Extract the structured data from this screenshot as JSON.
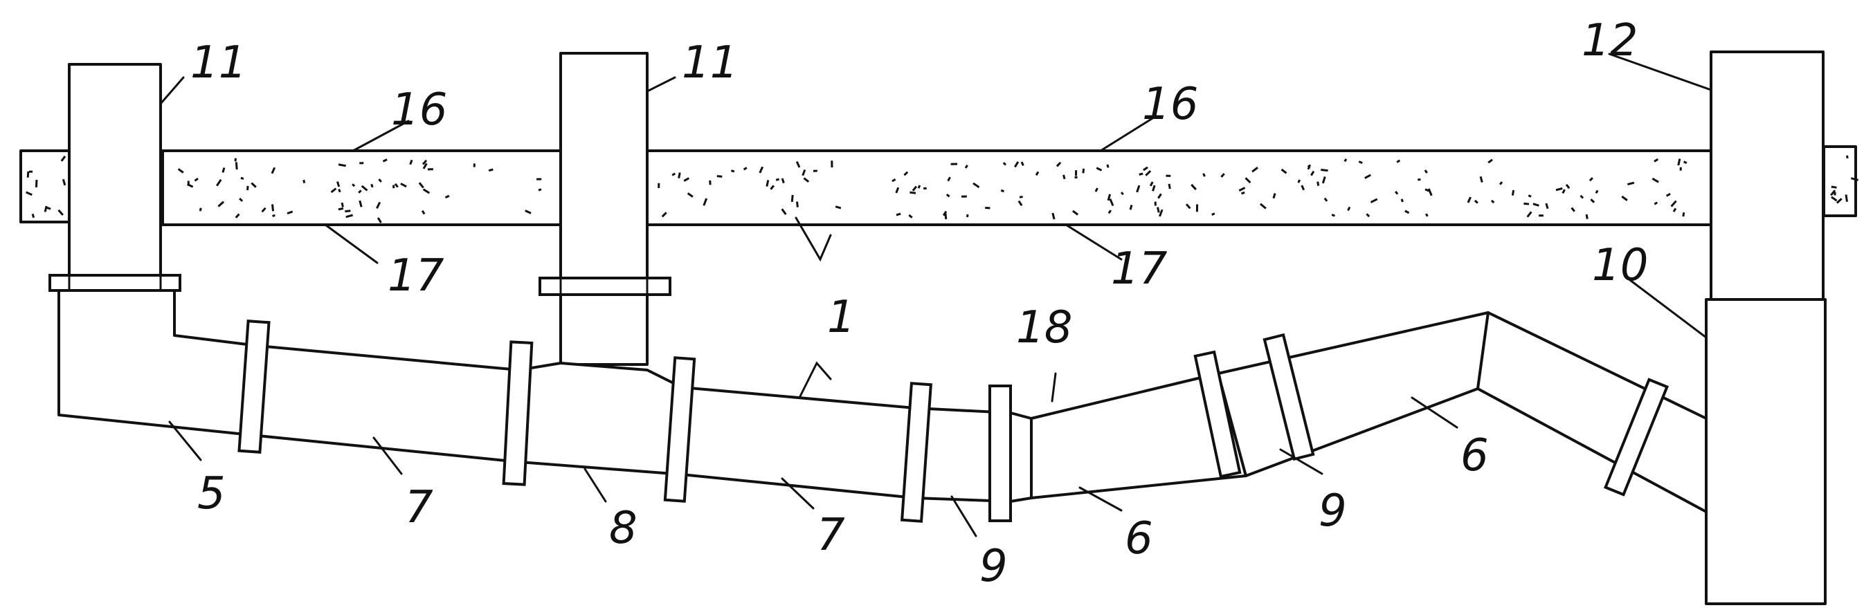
{
  "labels": {
    "post_left": "11",
    "post_mid": "11",
    "post_right": "12",
    "beam_left": "16",
    "beam_right": "16",
    "beam_under_left": "17",
    "beam_under_right": "17",
    "arrow_down": "1",
    "bend_left": "5",
    "straight_1": "7",
    "tee": "8",
    "straight_2": "7",
    "clamp_1": "9",
    "transition": "18",
    "angled_1": "6",
    "clamp_2": "9",
    "angled_2": "6",
    "terminal_box": "10"
  }
}
